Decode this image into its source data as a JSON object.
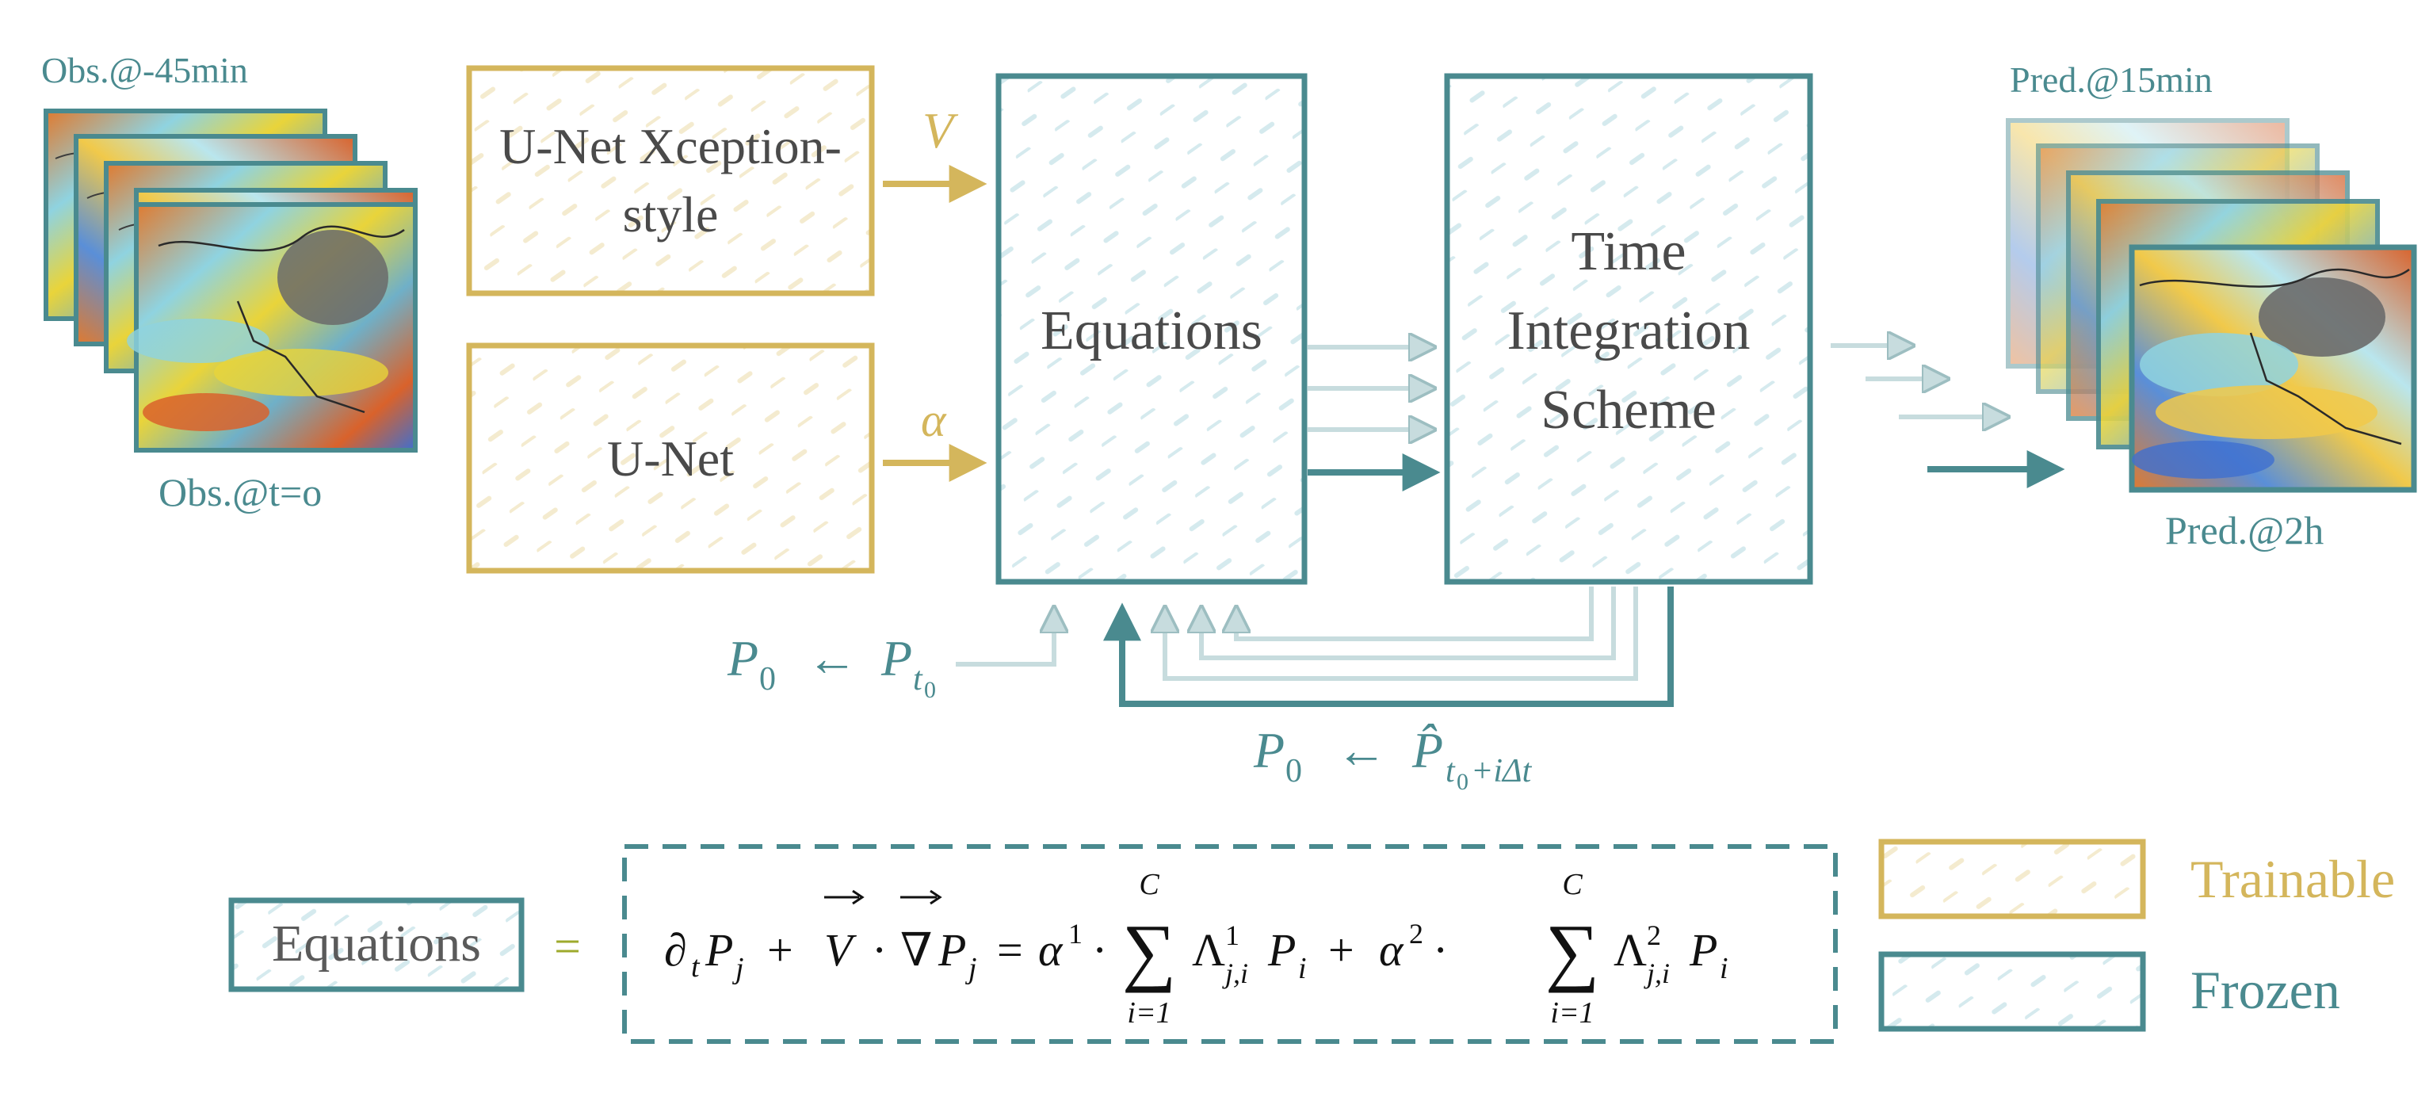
{
  "colors": {
    "trainable": "#D4B65C",
    "frozen": "#4A8A8F",
    "frozen_light": "#B7D0D2",
    "text_dark": "#4A4A4A",
    "hatch": "#CFE6EA",
    "hatch_gold": "#F1E6C6",
    "green_eq": "#9EAA2C"
  },
  "inputs": {
    "top_label": "Obs.@-45min",
    "bottom_label": "Obs.@t=o"
  },
  "outputs": {
    "top_label": "Pred.@15min",
    "bottom_label": "Pred.@2h"
  },
  "blocks": {
    "unet_xception_line1": "U-Net Xception-",
    "unet_xception_line2": "style",
    "unet": "U-Net",
    "equations": "Equations",
    "tis_line1": "Time",
    "tis_line2": "Integration",
    "tis_line3": "Scheme"
  },
  "arrow_labels": {
    "v": "V",
    "alpha": "α"
  },
  "feedback": {
    "initial": {
      "lhs": "P",
      "lhs_sub": "0",
      "arrow": "←",
      "rhs": "P",
      "rhs_sub": "t",
      "rhs_subsub": "0"
    },
    "loop": {
      "lhs": "P",
      "lhs_sub": "0",
      "arrow": "←",
      "rhs": "P̂",
      "rhs_sub": "t",
      "rhs_subsub": "0",
      "rhs_sub_tail": "+iΔt"
    }
  },
  "legend_eq": {
    "box_label": "Equations",
    "equals": "=",
    "formula": {
      "partial": "∂",
      "t": "t",
      "P": "P",
      "j": "j",
      "plus": "+",
      "V": "V",
      "dot": "·",
      "nabla": "∇",
      "eq": "=",
      "alpha": "α",
      "sup1": "1",
      "sup2": "2",
      "sum": "∑",
      "C": "C",
      "i_eq_1": "i=1",
      "Lambda": "Λ",
      "ji": "j,i",
      "i": "i"
    }
  },
  "legend": {
    "trainable": "Trainable",
    "frozen": "Frozen"
  }
}
